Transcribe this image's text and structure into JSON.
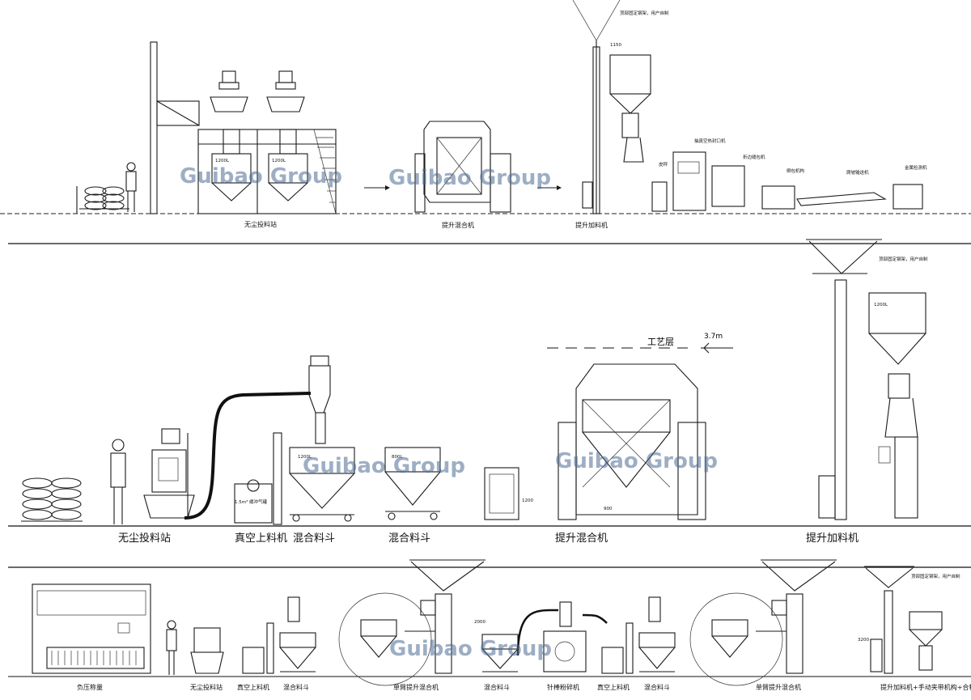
{
  "watermark": "Guibao Group",
  "row1": {
    "labels": {
      "dust_free_station": "无尘投料站",
      "lift_mixer": "提升混合机",
      "lift_feeder": "提升加料机"
    },
    "notes": {
      "ceiling": "顶部固定钢架，用户自制",
      "dimension_1150": "1150",
      "bin_1200_a": "1200L",
      "bin_1200_b": "1200L",
      "scale": "皮秤",
      "heat_sealer": "抽真空热封口机",
      "side_sealer": "折边缝包机",
      "bag_folder": "倒包机构",
      "conveyor": "爬坡输送机",
      "metal_detector": "金属检测机"
    }
  },
  "row2": {
    "labels": {
      "dust_free_station": "无尘投料站",
      "vacuum_loader": "真空上料机",
      "mixing_hopper_a": "混合料斗",
      "mixing_hopper_b": "混合料斗",
      "lift_mixer": "提升混合机",
      "lift_feeder": "提升加料机"
    },
    "notes": {
      "process_floor": "工艺层",
      "elevation": "3.7m",
      "bin_1200_a": "1200L",
      "bin_800": "800L",
      "bin_1200_b": "1200L",
      "dim_1200": "1200",
      "dim_900": "900",
      "ceiling": "顶部固定钢架，用户自制",
      "vacuum_label": "1.5m³ 缓冲气罐"
    }
  },
  "row3": {
    "labels": {
      "negative_pressure_weighing": "负压称量",
      "dust_free_station": "无尘投料站",
      "vacuum_loader_a": "真空上料机",
      "mixing_hopper_a": "混合料斗",
      "single_arm_mixer_a": "单臂提升混合机",
      "mixing_hopper_b": "混合料斗",
      "pin_mill": "针棒粉碎机",
      "vacuum_loader_b": "真空上料机",
      "mixing_hopper_c": "混合料斗",
      "single_arm_mixer_b": "单臂提升混合机",
      "lift_feeder_combo": "提升加料机+手动夹带机构+合秤"
    },
    "notes": {
      "ceiling": "顶部固定钢架，用户自制",
      "dim_2000": "2000",
      "dim_3200": "3200"
    }
  }
}
